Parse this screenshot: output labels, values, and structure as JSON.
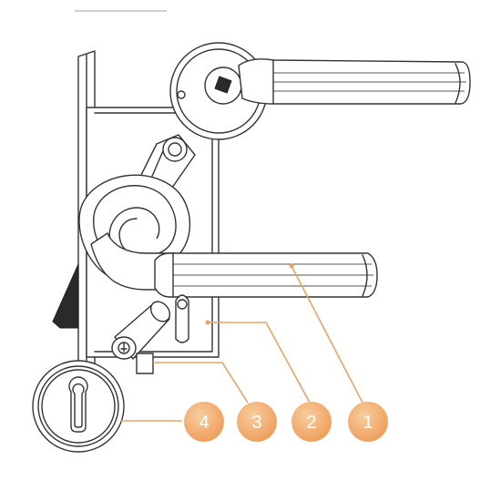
{
  "labels": {
    "callout_1": "1",
    "callout_2": "2",
    "callout_3": "3",
    "callout_4": "4"
  },
  "colors": {
    "badge": "#f1a86a",
    "badge_light": "#f7c596",
    "callout_line": "#e8a265",
    "ink": "#333333"
  }
}
